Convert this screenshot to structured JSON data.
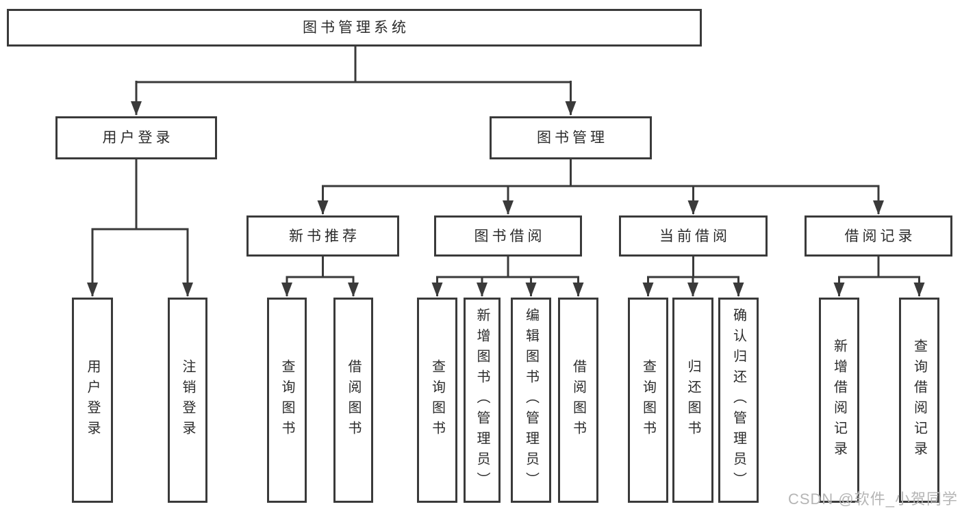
{
  "diagram": {
    "root": {
      "label": "图书管理系统"
    },
    "level2": {
      "user_login": {
        "label": "用户登录"
      },
      "book_management": {
        "label": "图书管理"
      }
    },
    "level3": {
      "new_book_recommend": {
        "label": "新书推荐"
      },
      "book_borrowing": {
        "label": "图书借阅"
      },
      "current_borrowing": {
        "label": "当前借阅"
      },
      "borrowing_records": {
        "label": "借阅记录"
      }
    },
    "leaves": {
      "user_login": [
        "用户登录",
        "注销登录"
      ],
      "new_book_recommend": [
        "查询图书",
        "借阅图书"
      ],
      "book_borrowing": [
        "查询图书",
        "新增图书（管理员）",
        "编辑图书（管理员）",
        "借阅图书"
      ],
      "current_borrowing": [
        "查询图书",
        "归还图书",
        "确认归还（管理员）"
      ],
      "borrowing_records": [
        "新增借阅记录",
        "查询借阅记录"
      ]
    },
    "colors": {
      "line": "#3a3a3a",
      "text": "#2b2b2b",
      "box_background": "#ffffff",
      "watermark_text": "#b5b5b5"
    }
  },
  "watermark": {
    "label": "CSDN @软件_小贺同学"
  }
}
